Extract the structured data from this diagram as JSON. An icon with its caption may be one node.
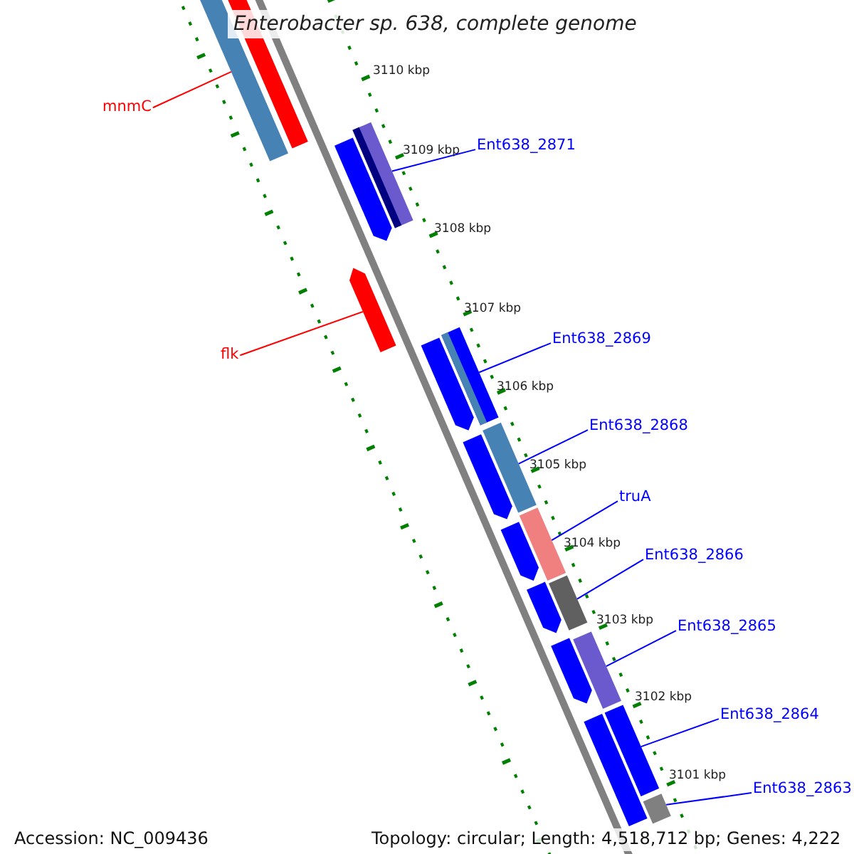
{
  "diagram": {
    "title": "Enterobacter sp. 638, complete genome",
    "nodes": [
      {
        "text": [
          "mnmC"
        ]
      },
      {
        "text": [],
        "shape": "bar"
      },
      {
        "text": [
          "Ent638_2871"
        ]
      },
      {
        "text": [],
        "shape": "bar"
      },
      {
        "text": [
          "flk"
        ]
      },
      {
        "text": [],
        "shape": "bar"
      },
      {
        "text": [
          "Ent638_2869"
        ]
      },
      {
        "text": [],
        "shape": "bar"
      },
      {
        "text": [
          "Ent638_2868"
        ]
      },
      {
        "text": [],
        "shape": "bar"
      },
      {
        "text": [
          "truA"
        ]
      },
      {
        "text": [],
        "shape": "bar"
      },
      {
        "text": [
          "Ent638_2866"
        ]
      },
      {
        "text": [],
        "shape": "bar"
      },
      {
        "text": [
          "Ent638_2865"
        ]
      },
      {
        "text": [],
        "shape": "bar"
      },
      {
        "text": [
          "Ent638_2864"
        ]
      },
      {
        "text": [],
        "shape": "bar"
      },
      {
        "text": [
          "Ent638_2863"
        ]
      },
      {
        "text": [],
        "shape": "bar"
      },
      {
        "text": [],
        "shape": "bar"
      },
      {
        "text": [],
        "shape": "bar"
      },
      {
        "text": [],
        "shape": "bar"
      },
      {
        "text": [],
        "shape": "bar"
      },
      {
        "text": [],
        "shape": "bar"
      },
      {
        "text": [],
        "shape": "bar"
      },
      {
        "text": [],
        "shape": "bar"
      },
      {
        "text": [],
        "shape": "bar"
      }
    ],
    "edges": [
      {
        "from": 0,
        "to": 1,
        "arrow": "none",
        "color": "#ff0000"
      },
      {
        "from": 2,
        "to": 3,
        "arrow": "none"
      },
      {
        "from": 4,
        "to": 5,
        "arrow": "none",
        "color": "#ff0000"
      },
      {
        "from": 6,
        "to": 7,
        "arrow": "none"
      },
      {
        "from": 8,
        "to": 9,
        "arrow": "none"
      },
      {
        "from": 10,
        "to": 11,
        "arrow": "none"
      },
      {
        "from": 12,
        "to": 13,
        "arrow": "none"
      },
      {
        "from": 14,
        "to": 15,
        "arrow": "none"
      },
      {
        "from": 16,
        "to": 17,
        "arrow": "none"
      },
      {
        "from": 18,
        "to": 19,
        "arrow": "none"
      }
    ],
    "labels": [
      "3110 kbp",
      "3109 kbp",
      "3108 kbp",
      "3107 kbp",
      "3106 kbp",
      "3105 kbp",
      "3104 kbp",
      "3103 kbp",
      "3102 kbp",
      "3101 kbp",
      "Accession: NC_009436",
      "Topology: circular; Length: 4,518,712 bp; Genes: 4,222"
    ]
  }
}
